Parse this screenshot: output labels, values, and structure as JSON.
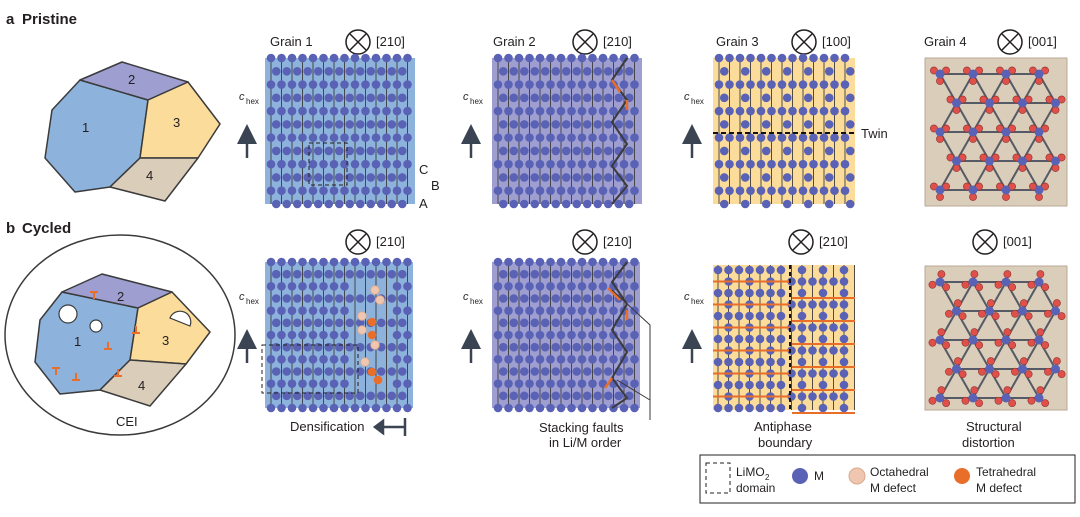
{
  "colors": {
    "blue": "#8db3dc",
    "purple": "#9e9ed1",
    "yellow": "#fcdc9b",
    "beige": "#dacdb9",
    "atom": "#5a62b5",
    "orange": "#e86e2a",
    "oct": "#efc7b0",
    "red": "#e0504a"
  },
  "panel_a": {
    "letter": "a",
    "title": "Pristine"
  },
  "panel_b": {
    "letter": "b",
    "title": "Cycled"
  },
  "grain_numbers": [
    "1",
    "2",
    "3",
    "4"
  ],
  "grains": [
    {
      "name": "Grain 1",
      "zone": "[210]"
    },
    {
      "name": "Grain 2",
      "zone": "[210]"
    },
    {
      "name": "Grain 3",
      "zone": "[100]"
    },
    {
      "name": "Grain 4",
      "zone": "[001]"
    }
  ],
  "cycled_zones": [
    "[210]",
    "[210]",
    "[210]",
    "[001]"
  ],
  "axis": {
    "c": "c",
    "sub": "hex"
  },
  "stacking": [
    "C",
    "B",
    "A"
  ],
  "twin": "Twin",
  "cei": "CEI",
  "captions": {
    "densification": "Densification",
    "stacking_1": "Stacking faults",
    "stacking_2": "in Li/M order",
    "antiphase_1": "Antiphase",
    "antiphase_2": "boundary",
    "structural_1": "Structural",
    "structural_2": "distortion"
  },
  "legend": {
    "domain_1": "LiMO",
    "domain_sub": "2",
    "domain_2": "domain",
    "m": "M",
    "oct_1": "Octahedral",
    "oct_2": "M defect",
    "tet_1": "Tetrahedral",
    "tet_2": "M defect"
  }
}
